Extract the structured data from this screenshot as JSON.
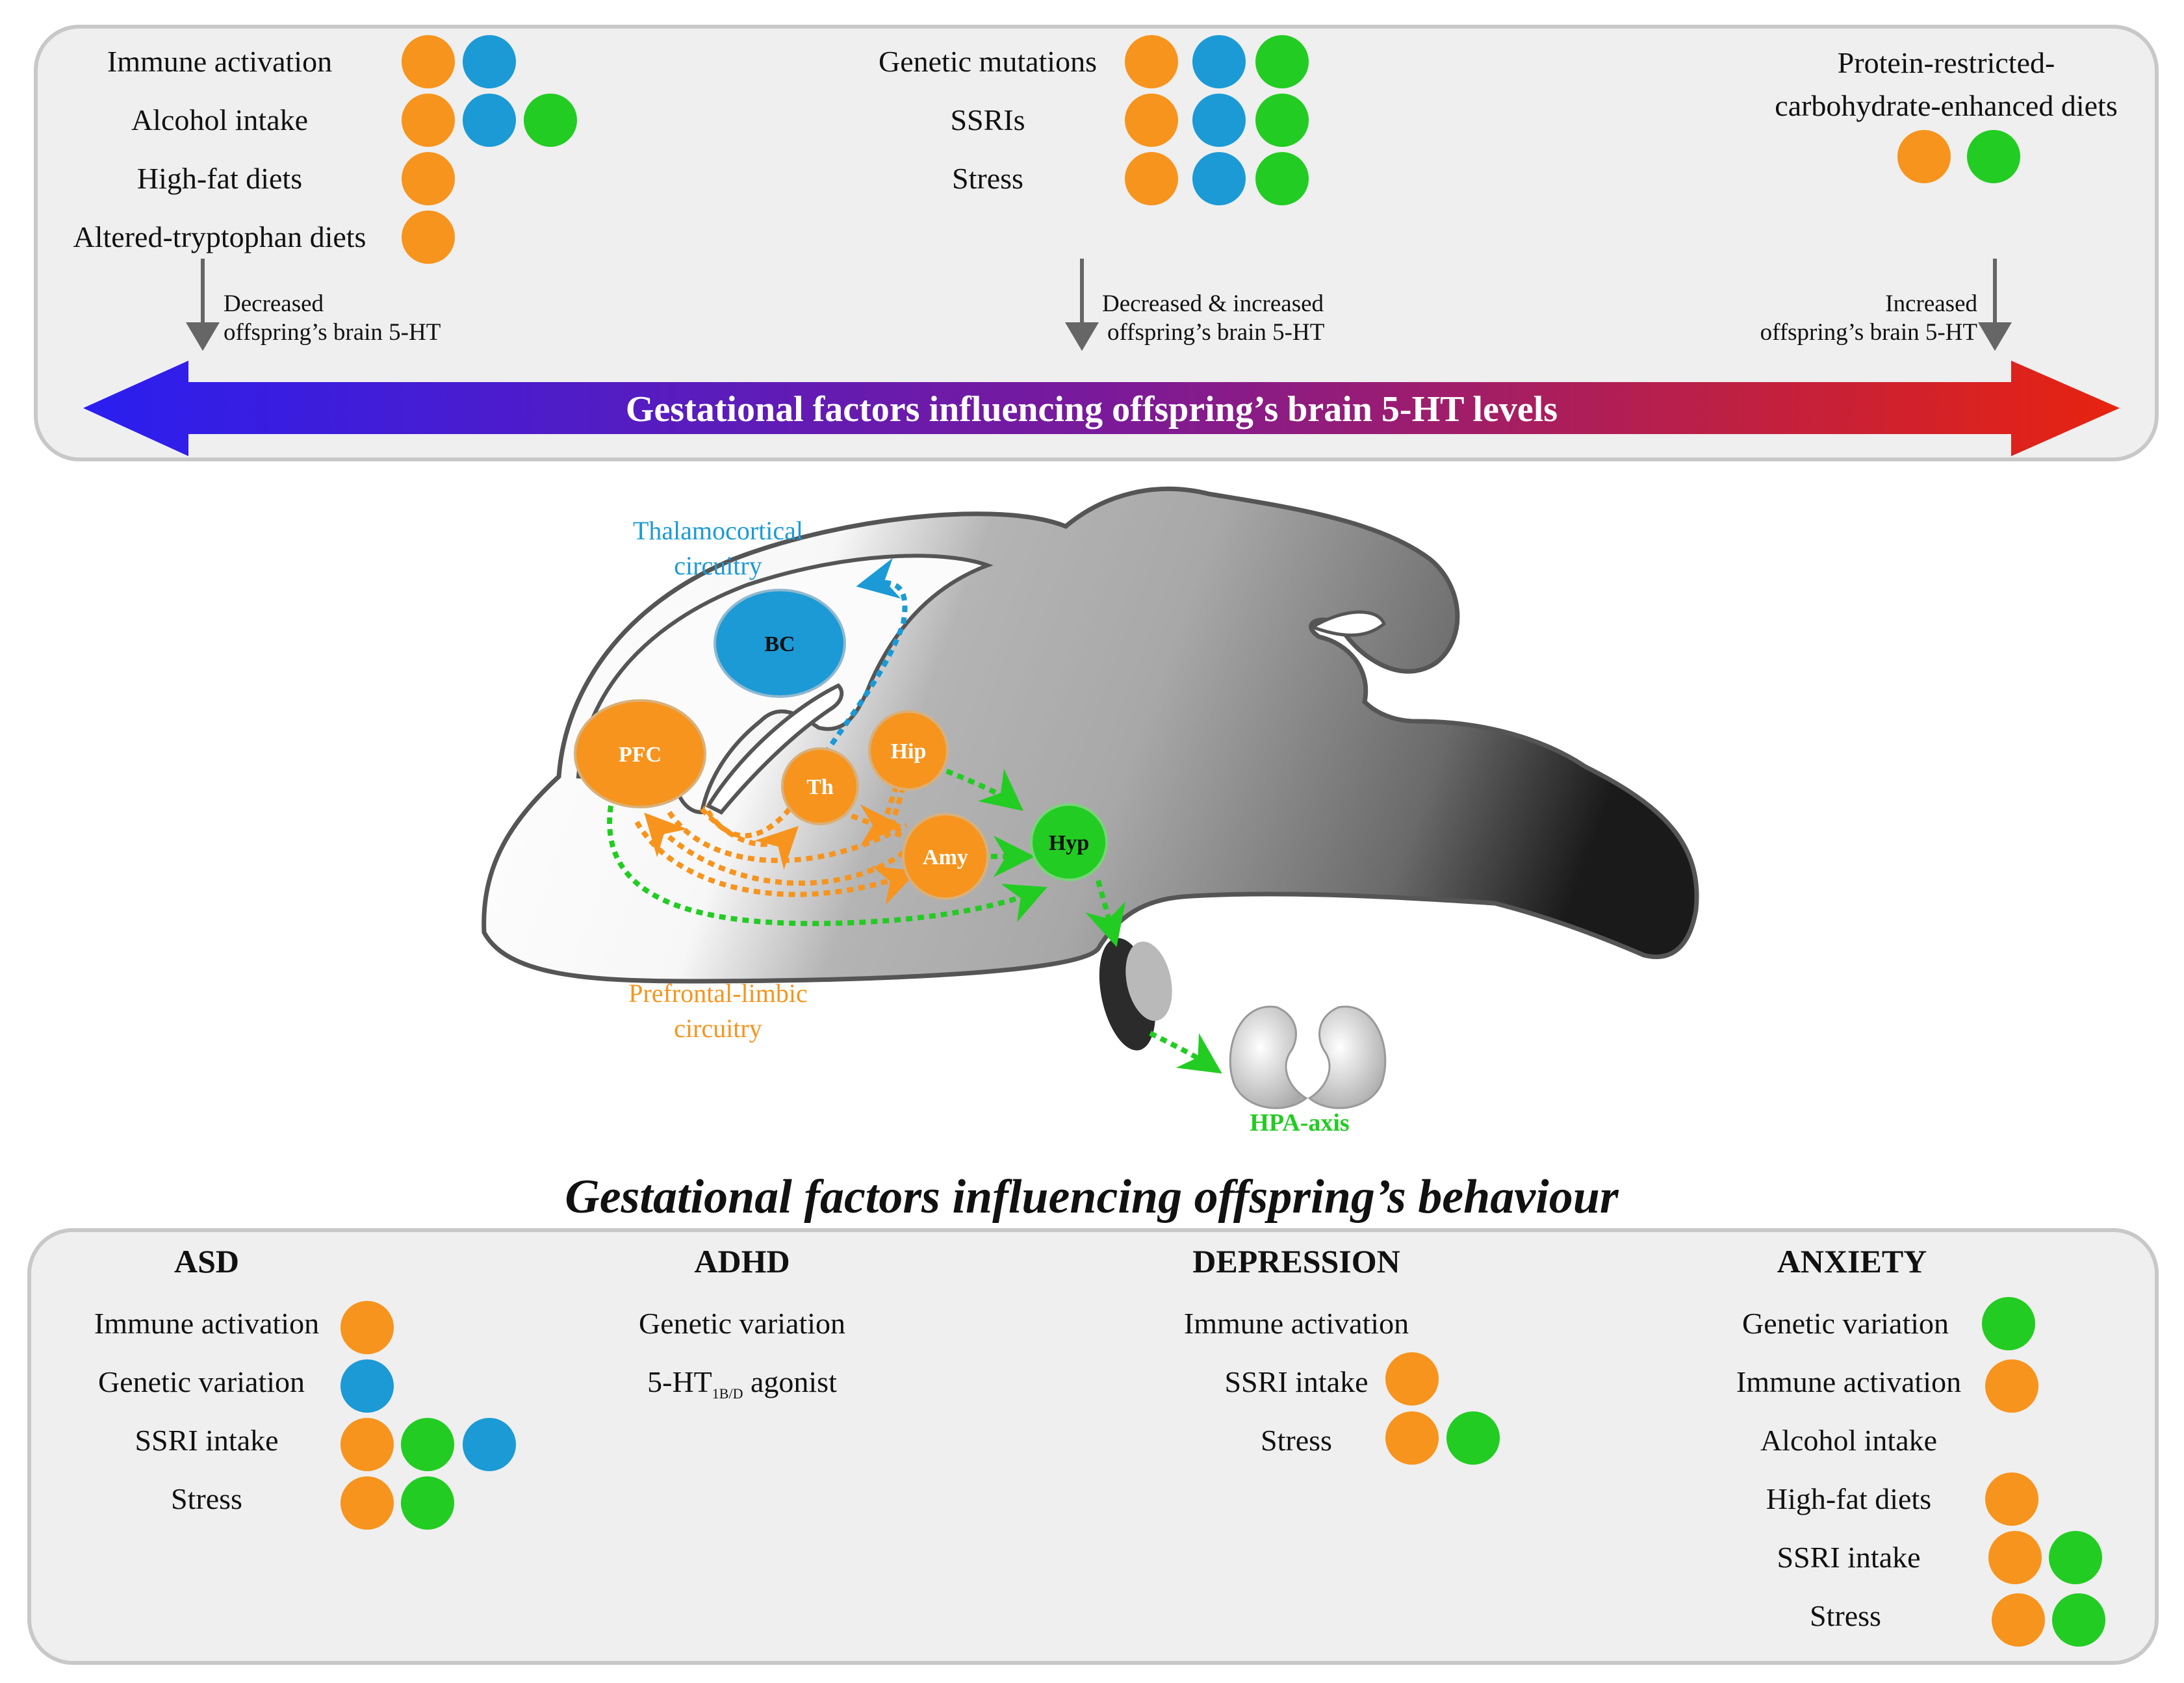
{
  "top_panel": {
    "left_items": [
      "Immune activation",
      "Alcohol intake",
      "High-fat diets",
      "Altered-tryptophan diets"
    ],
    "middle_items": [
      "Genetic mutations",
      "SSRIs",
      "Stress"
    ],
    "right_item_line1": "Protein-restricted-",
    "right_item_line2": "carbohydrate-enhanced diets",
    "left_note_line1": "Decreased",
    "left_note_line2": "offspring’s brain 5-HT",
    "mid_note_line1": "Decreased & increased",
    "mid_note_line2": "offspring’s brain 5-HT",
    "right_note_line1": "Increased",
    "right_note_line2": "offspring’s brain 5-HT",
    "arrow_label": "Gestational factors influencing offspring’s brain 5-HT levels"
  },
  "brain": {
    "thalamo_line1": "Thalamocortical",
    "thalamo_line2": "circuitry",
    "prefrontal_line1": "Prefrontal-limbic",
    "prefrontal_line2": "circuitry",
    "hpa": "HPA-axis",
    "regions": {
      "bc": "BC",
      "pfc": "PFC",
      "th": "Th",
      "hip": "Hip",
      "amy": "Amy",
      "hyp": "Hyp"
    }
  },
  "bottom_title": "Gestational factors influencing offspring’s behaviour",
  "bottom_panel": {
    "asd": {
      "title": "ASD",
      "items": [
        "Immune activation",
        "Genetic variation",
        "SSRI intake",
        "Stress"
      ]
    },
    "adhd": {
      "title": "ADHD",
      "item1": "Genetic variation",
      "item2_pre": "5-HT",
      "item2_sub": "1B/D",
      "item2_post": " agonist"
    },
    "depression": {
      "title": "DEPRESSION",
      "items": [
        "Immune activation",
        "SSRI intake",
        "Stress"
      ]
    },
    "anxiety": {
      "title": "ANXIETY",
      "items": [
        "Genetic variation",
        "Immune activation",
        "Alcohol intake",
        "High-fat diets",
        "SSRI intake",
        "Stress"
      ]
    }
  },
  "colors": {
    "orange": "#f7941d",
    "blue": "#1b9ad6",
    "green": "#22cc22",
    "arrow_left": "#2a1ef0",
    "arrow_mid": "#7a1a9a",
    "arrow_right": "#e8230f"
  }
}
